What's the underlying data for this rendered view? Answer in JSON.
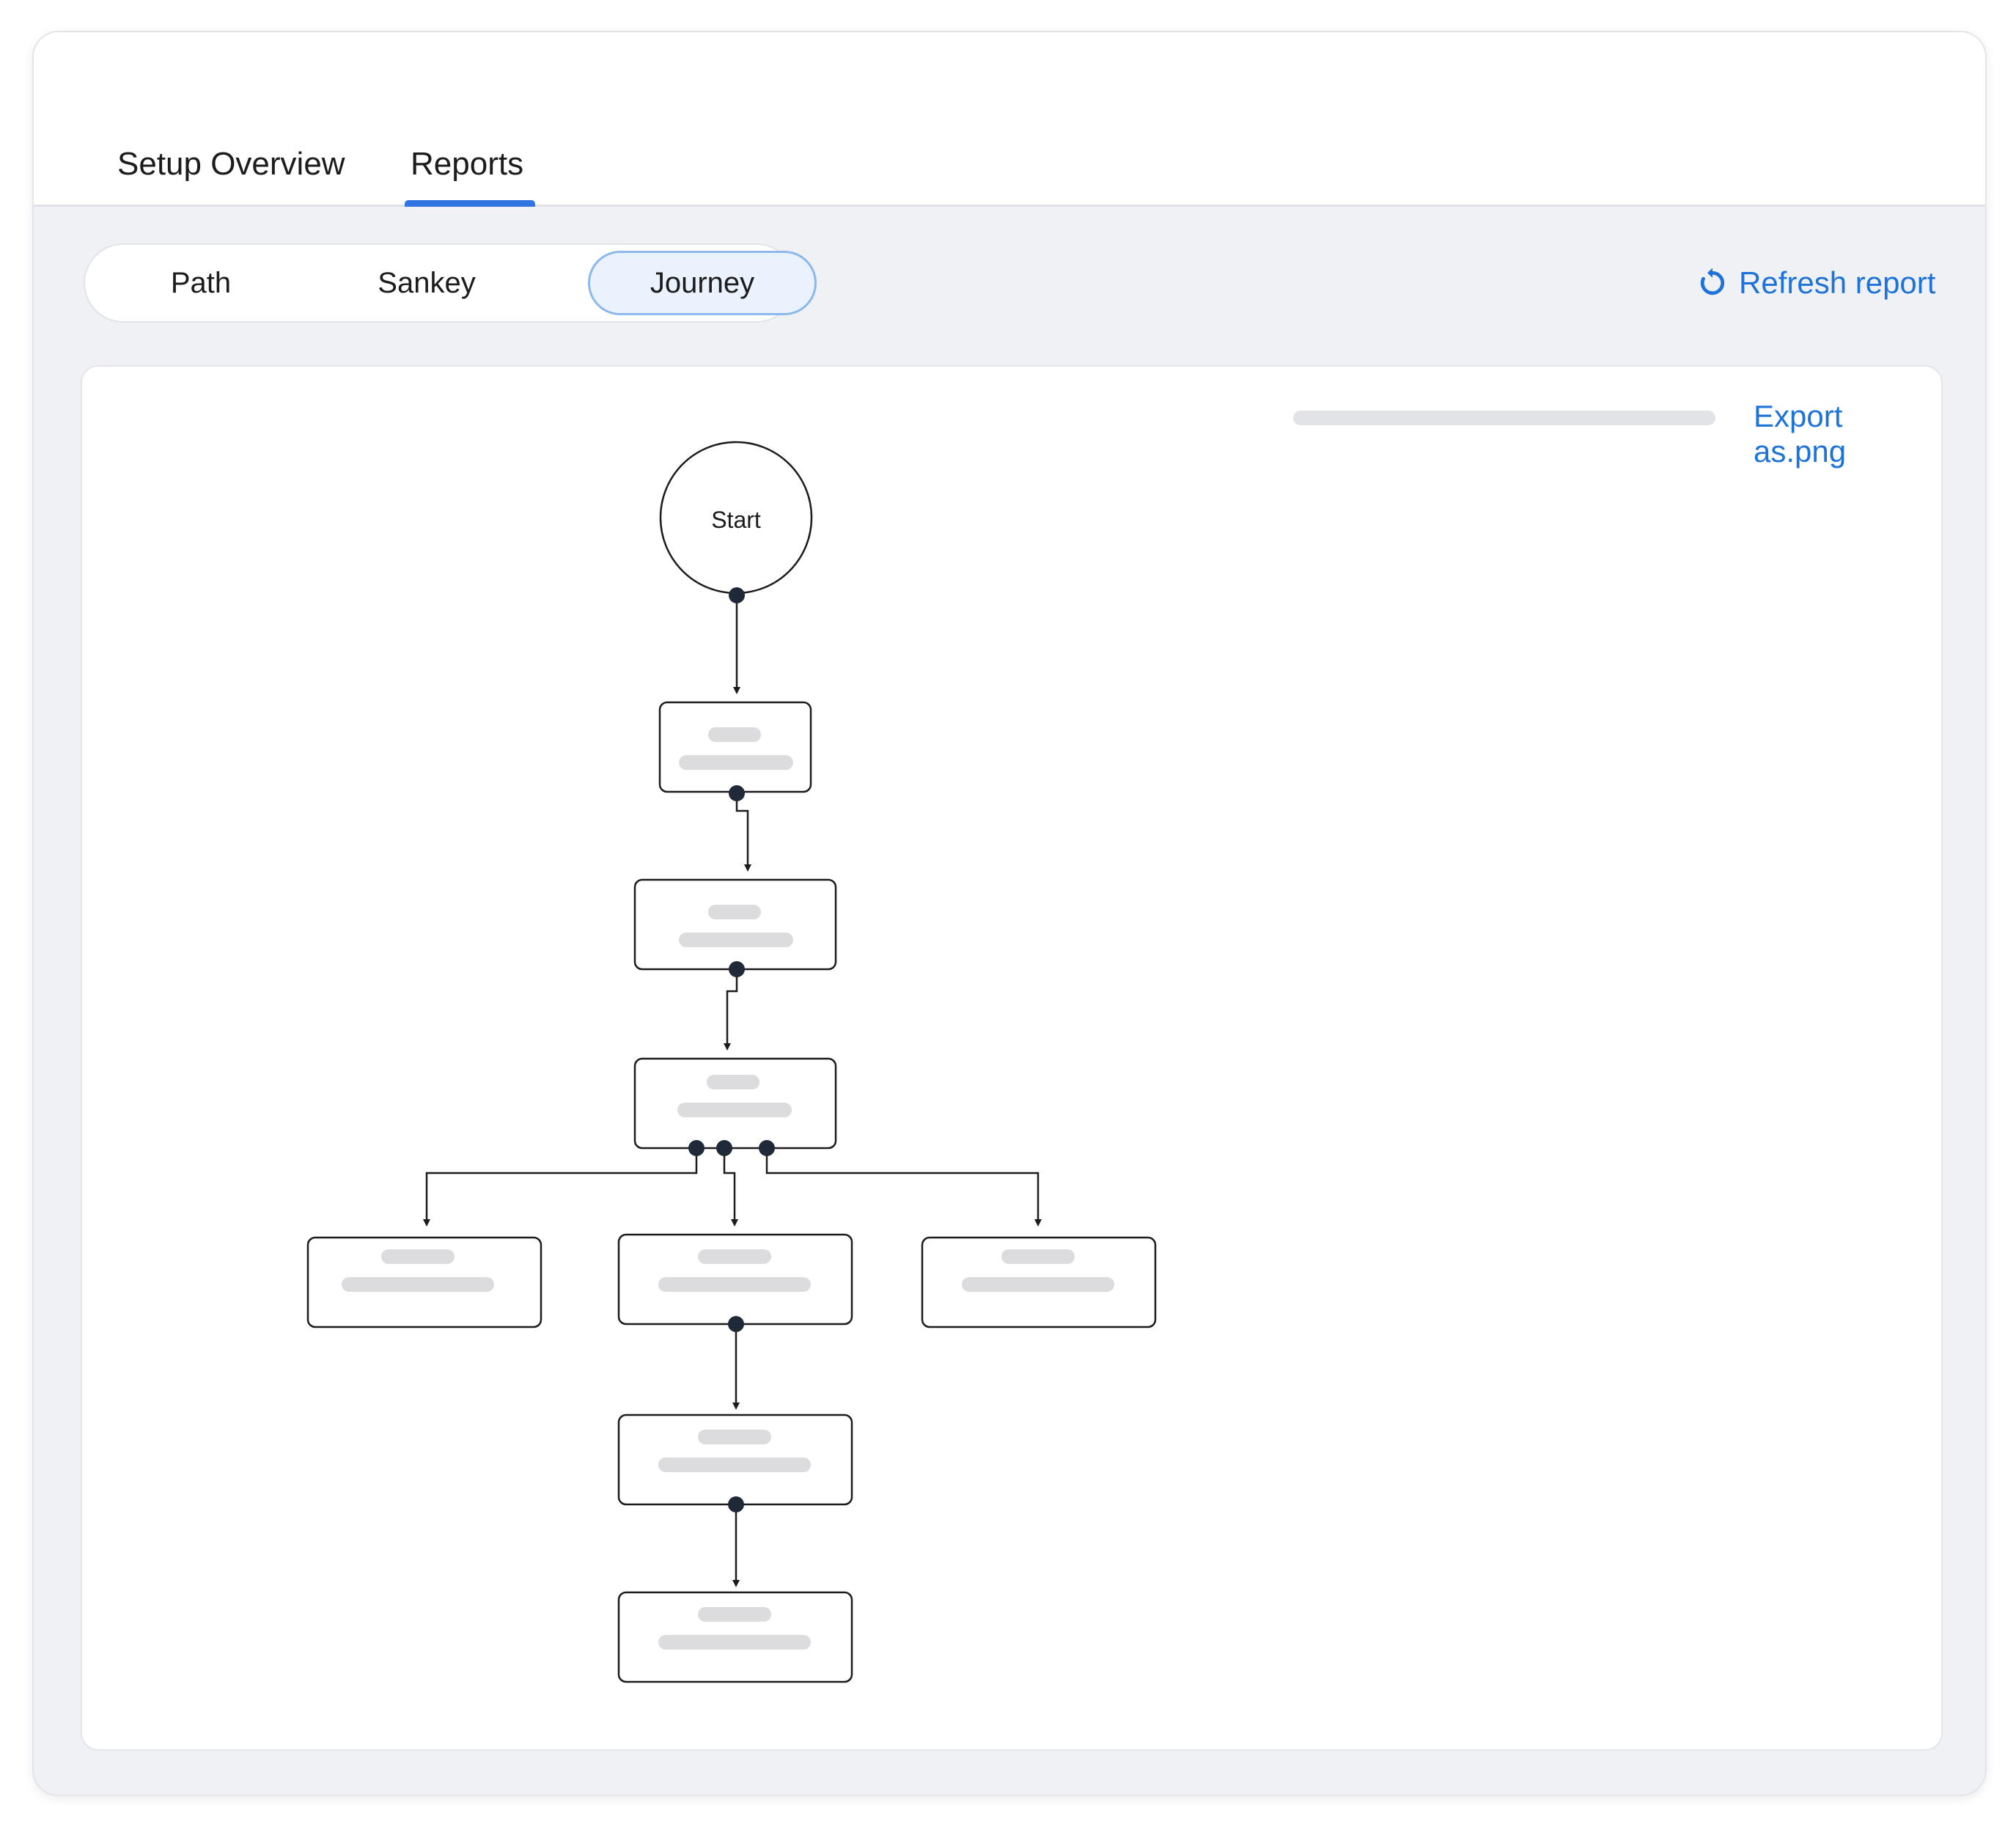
{
  "tabs": {
    "setup_overview": "Setup Overview",
    "reports": "Reports",
    "active": "Reports"
  },
  "view_toggle": {
    "path": "Path",
    "sankey": "Sankey",
    "journey": "Journey",
    "active": "Journey"
  },
  "actions": {
    "refresh": "Refresh report",
    "export": "Export as.png"
  },
  "journey": {
    "start_label": "Start",
    "nodes": [
      {
        "id": "n1",
        "label": ""
      },
      {
        "id": "n2",
        "label": ""
      },
      {
        "id": "n3",
        "label": ""
      },
      {
        "id": "n4a",
        "label": ""
      },
      {
        "id": "n4b",
        "label": ""
      },
      {
        "id": "n4c",
        "label": ""
      },
      {
        "id": "n5",
        "label": ""
      },
      {
        "id": "n6",
        "label": ""
      }
    ],
    "edges": [
      [
        "start",
        "n1"
      ],
      [
        "n1",
        "n2"
      ],
      [
        "n2",
        "n3"
      ],
      [
        "n3",
        "n4a"
      ],
      [
        "n3",
        "n4b"
      ],
      [
        "n3",
        "n4c"
      ],
      [
        "n4b",
        "n5"
      ],
      [
        "n5",
        "n6"
      ]
    ]
  },
  "colors": {
    "accent": "#1e73d8",
    "tab_underline": "#2f74e0",
    "node_border": "#1c1c1e",
    "placeholder": "#dcdcdf",
    "connector_dot": "#1f2937"
  }
}
